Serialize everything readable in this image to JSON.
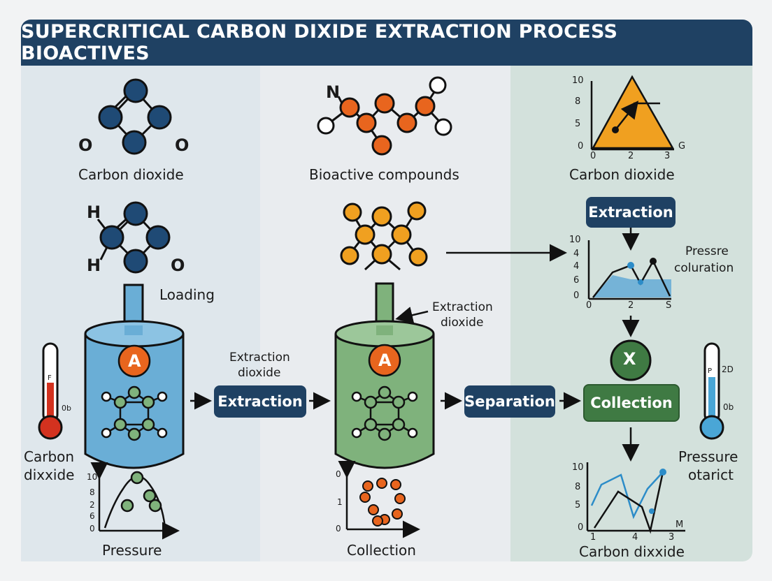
{
  "title": "SUPERCRITICAL CARBON DIXIDE EXTRACTION PROCESS BIOACTIVES",
  "colors": {
    "navy": "#1f4163",
    "orange": "#e8651e",
    "amber": "#f0a020",
    "green": "#3f7a43",
    "blue_vessel": "#6aaed6",
    "green_vessel": "#7fb27c",
    "red": "#d3321f"
  },
  "left": {
    "atom_labels": {
      "o_left": "O",
      "o_right": "O",
      "h_top": "H",
      "h_bottom": "H",
      "o_bottom": "O"
    },
    "co2_label": "Carbon dioxide",
    "loading_label": "Loading",
    "vessel_badge": "A",
    "thermo_label_f": "F",
    "thermo_label_0b": "0b",
    "carbon_label_line1": "Carbon",
    "carbon_label_line2": "dixxide",
    "pressure_label": "Pressure",
    "mini_chart_ticks": [
      "10",
      "8",
      "2",
      "6",
      "0"
    ]
  },
  "middle": {
    "n_label": "N",
    "bioactive_label": "Bioactive compounds",
    "extraction_dioxide_line1": "Extraction",
    "extraction_dioxide_line2": "dioxide",
    "extraction_box": "Extraction",
    "side_label_line1": "Extraction",
    "side_label_line2": "dioxide",
    "vessel_badge": "A",
    "separation_box": "Separation",
    "collection_label": "Collection",
    "mini_chart_ticks": [
      "0",
      "1",
      "0"
    ]
  },
  "right": {
    "top_chart": {
      "y_ticks": [
        "10",
        "8",
        "5",
        "0"
      ],
      "x_ticks": [
        "0",
        "2",
        "3"
      ],
      "x_suffix": "G"
    },
    "co2_label": "Carbon dioxide",
    "extraction_box": "Extraction",
    "mid_chart": {
      "y_ticks": [
        "10",
        "4",
        "4",
        "6",
        "0"
      ],
      "x_ticks": [
        "0",
        "2",
        "S"
      ]
    },
    "pressure_line1": "Pressre",
    "pressure_line2": "coluration",
    "x_badge": "X",
    "collection_box": "Collection",
    "thermo_p": "P",
    "thermo_20": "2D",
    "thermo_0b": "0b",
    "pressure_otarict_line1": "Pressure",
    "pressure_otarict_line2": "otarict",
    "bottom_chart": {
      "y_ticks": [
        "10",
        "8",
        "5",
        "0"
      ],
      "x_ticks": [
        "1",
        "4",
        "3"
      ],
      "x_suffix": "M"
    },
    "carbon_dixxide": "Carbon dixxide"
  }
}
